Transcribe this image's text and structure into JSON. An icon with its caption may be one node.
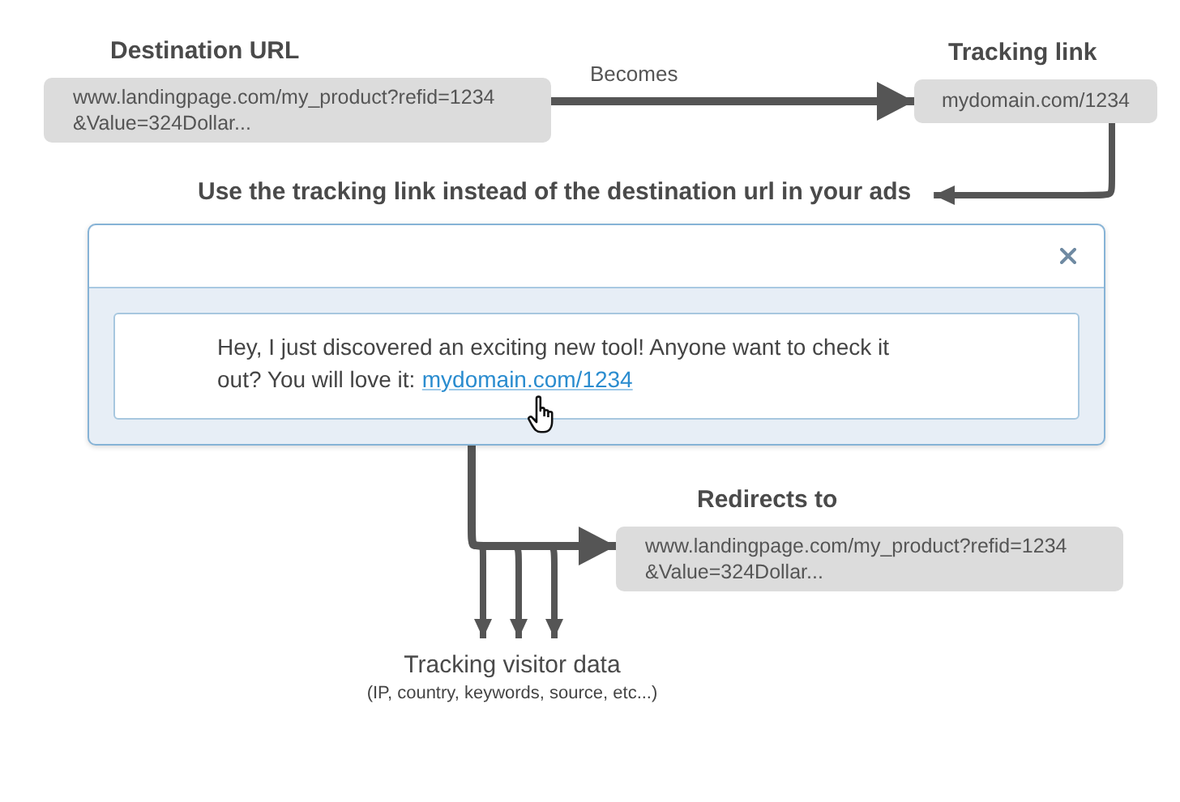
{
  "diagram": {
    "nodes": [
      {
        "text": [
          "Destination URL",
          "www.landingpage.com/my_product?refid=1234 &Value=324Dollar..."
        ]
      },
      {
        "text": [
          "Tracking link",
          "mydomain.com/1234"
        ]
      },
      {
        "text": [
          "Use the tracking link instead of the destination url in your ads"
        ]
      },
      {
        "text": [],
        "shape": "box"
      },
      {
        "text": [
          "Hey, I just discovered an exciting new tool! Anyone want to check it out? You will love it:",
          "mydomain.com/1234"
        ],
        "in": 3
      },
      {
        "text": [
          "Redirects to",
          "www.landingpage.com/my_product?refid=1234 &Value=324Dollar..."
        ]
      },
      {
        "text": [
          "Tracking visitor data",
          "(IP, country, keywords, source, etc...)"
        ]
      }
    ],
    "edges": [
      {
        "from": 0,
        "to": 1,
        "arrow": "to",
        "label": "Becomes"
      },
      {
        "from": 1,
        "to": 2,
        "arrow": "to"
      },
      {
        "from": 3,
        "to": 5,
        "arrow": "to"
      },
      {
        "from": 3,
        "to": 6,
        "arrow": "to"
      },
      {
        "from": 3,
        "to": 6,
        "arrow": "to"
      },
      {
        "from": 3,
        "to": 6,
        "arrow": "to"
      }
    ]
  }
}
